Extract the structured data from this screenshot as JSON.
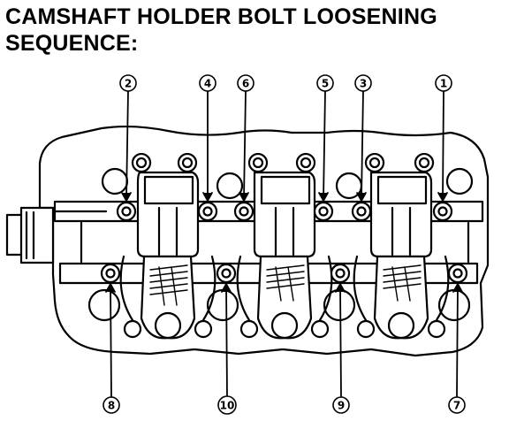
{
  "title": {
    "line1": "CAMSHAFT HOLDER BOLT LOOSENING",
    "line2": "SEQUENCE:"
  },
  "colors": {
    "ink": "#000000",
    "paper": "#ffffff"
  },
  "callouts": {
    "top": [
      "2",
      "4",
      "6",
      "5",
      "3",
      "1"
    ],
    "bottom": [
      "8",
      "10",
      "9",
      "7"
    ]
  }
}
